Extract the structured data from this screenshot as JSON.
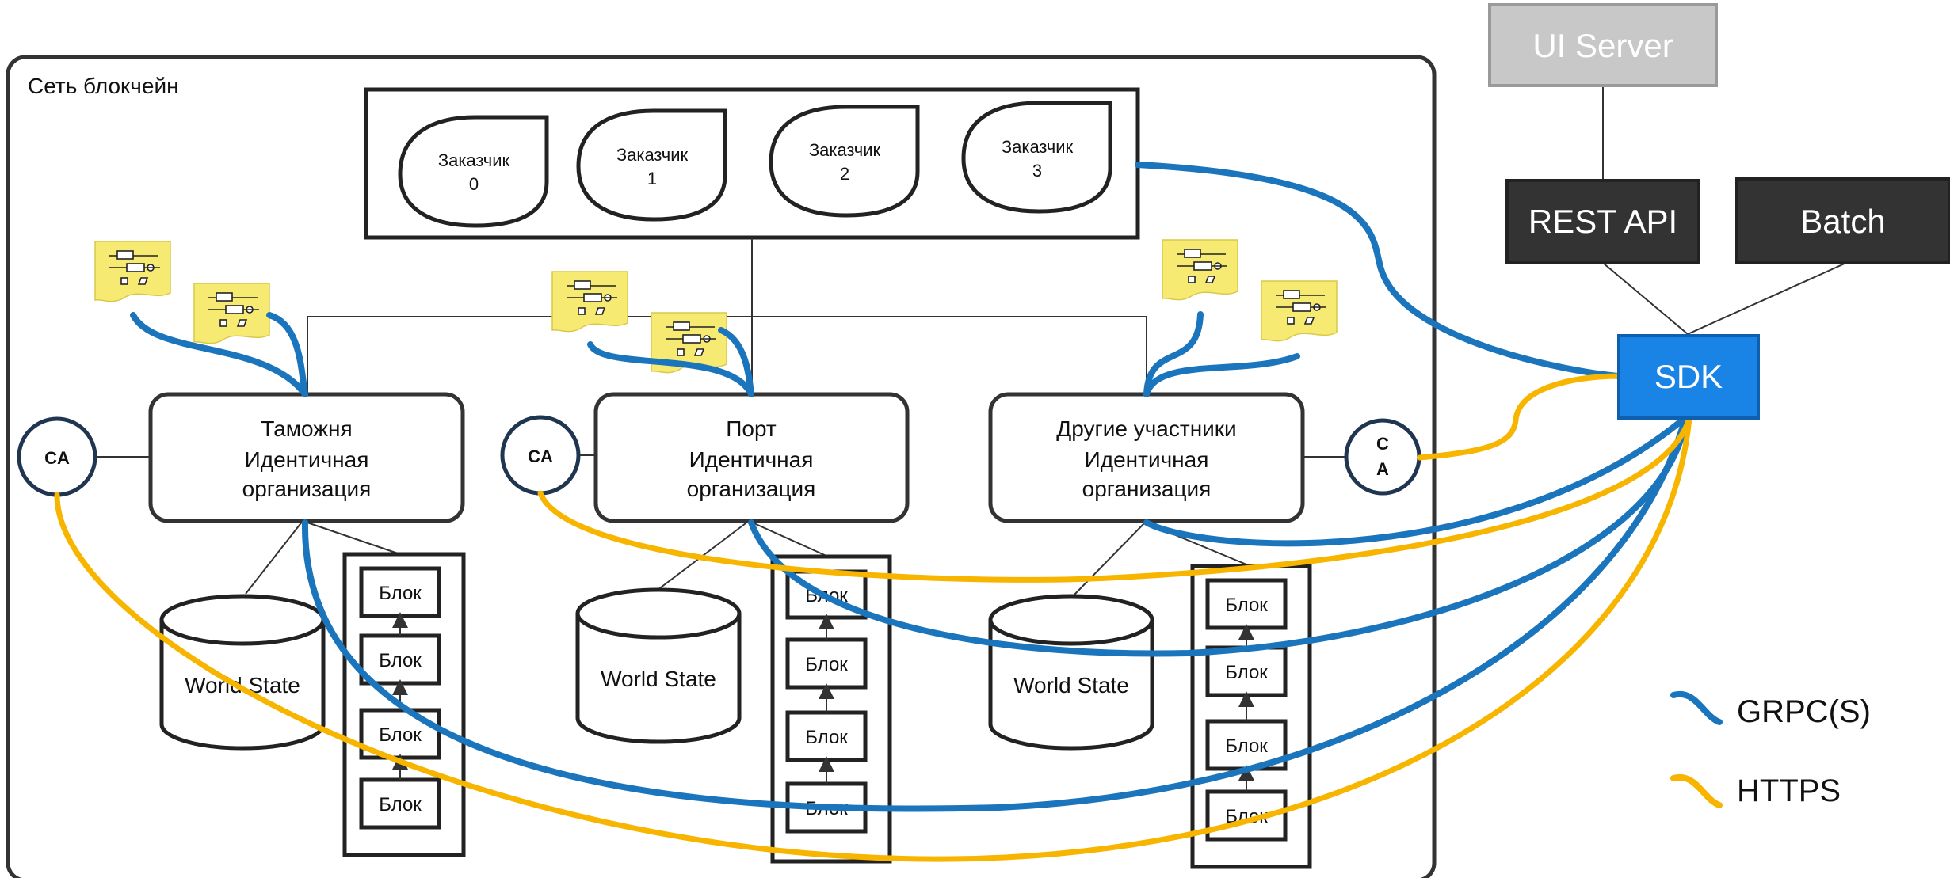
{
  "network": {
    "label": "Сеть блокчейн"
  },
  "orderers": [
    {
      "name": "Заказчик",
      "num": "0"
    },
    {
      "name": "Заказчик",
      "num": "1"
    },
    {
      "name": "Заказчик",
      "num": "2"
    },
    {
      "name": "Заказчик",
      "num": "3"
    }
  ],
  "orgs": [
    {
      "line1": "Таможня",
      "line2": "Идентичная",
      "line3": "организация",
      "ca_line1": "CA",
      "ca_line2": ""
    },
    {
      "line1": "Порт",
      "line2": "Идентичная",
      "line3": "организация",
      "ca_line1": "CA",
      "ca_line2": ""
    },
    {
      "line1": "Другие участники",
      "line2": "Идентичная",
      "line3": "организация",
      "ca_line1": "C",
      "ca_line2": "A"
    }
  ],
  "world_state": "World State",
  "block": "Блок",
  "ui_server": "UI Server",
  "rest_api": "REST API",
  "batch": "Batch",
  "sdk": "SDK",
  "legend": {
    "grpc": "GRPC(S)",
    "https": "HTTPS"
  },
  "colors": {
    "grpc": "#1b75bc",
    "https": "#f7b500",
    "sdk": "#1a84e6",
    "dark_box": "#333333",
    "ui_server": "#c8c8c8",
    "sticky": "#f7ea72"
  }
}
